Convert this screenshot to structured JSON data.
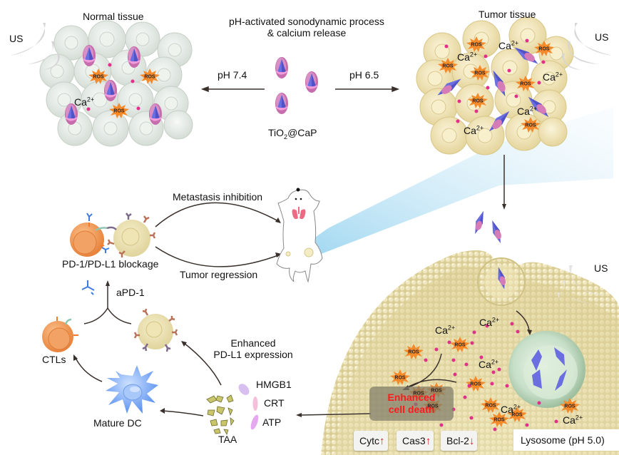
{
  "diagram": {
    "header": {
      "process_line1": "pH-activated sonodynamic process",
      "process_line2": "& calcium release"
    },
    "normal_tissue": {
      "title": "Normal tissue",
      "us_label": "US",
      "ion_label": "Ca",
      "ion_charge": "2+",
      "ros_label": "ROS",
      "ph_label": "pH 7.4"
    },
    "nanoparticle": {
      "label_prefix": "TiO",
      "label_sub": "2",
      "label_suffix": "@CaP"
    },
    "tumor_tissue": {
      "title": "Tumor tissue",
      "us_label": "US",
      "ion_label": "Ca",
      "ion_charge": "2+",
      "ros_label": "ROS",
      "ph_label": "pH 6.5"
    },
    "immune": {
      "blockage_label": "PD-1/PD-L1 blockage",
      "metastasis_label": "Metastasis inhibition",
      "regression_label": "Tumor regression",
      "apd1_label": "aPD-1",
      "ctl_label": "CTLs",
      "dc_label": "Mature DC",
      "pdl1_line1": "Enhanced",
      "pdl1_line2": "PD-L1 expression",
      "damps": [
        "HMGB1",
        "CRT",
        "ATP"
      ],
      "taa_label": "TAA"
    },
    "cell": {
      "us_label": "US",
      "ion_label": "Ca",
      "ion_charge": "2+",
      "ros_label": "ROS",
      "death_line1": "Enhanced",
      "death_line2": "cell death",
      "markers": [
        {
          "name": "Cytc",
          "trend": "up"
        },
        {
          "name": "Cas3",
          "trend": "up"
        },
        {
          "name": "Bcl-2",
          "trend": "down"
        }
      ],
      "lysosome_label": "Lysosome (pH 5.0)"
    },
    "colors": {
      "ros": "#f58a2a",
      "calcium": "#e0308a",
      "tio2": "#6b6ee0",
      "cap_shell": "#d57bb8",
      "normal_cell": "#e4ebe4",
      "tumor_cell": "#efe3b5",
      "membrane": "#e3d8a2",
      "lysosome": "#c3dcc4",
      "death_text": "#ff1a1a",
      "arrow": "#3a302c"
    }
  }
}
